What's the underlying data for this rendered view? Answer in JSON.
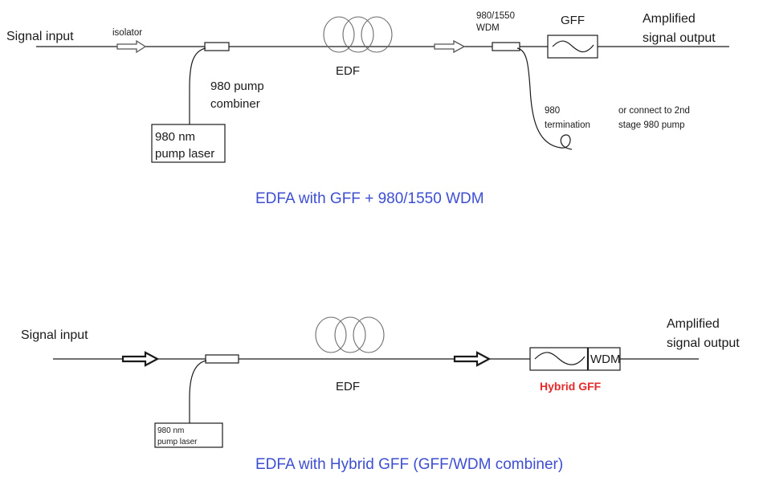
{
  "diagram_top": {
    "signal_input": "Signal input",
    "isolator": "isolator",
    "pump_combiner_line1": "980 pump",
    "pump_combiner_line2": "combiner",
    "pump_laser_line1": "980 nm",
    "pump_laser_line2": "pump laser",
    "edf": "EDF",
    "wdm_line1": "980/1550",
    "wdm_line2": "WDM",
    "gff": "GFF",
    "output_line1": "Amplified",
    "output_line2": "signal output",
    "termination_line1": "980",
    "termination_line2": "termination",
    "alt_line1": "or connect to 2nd",
    "alt_line2": "stage 980 pump",
    "caption": "EDFA with GFF + 980/1550 WDM"
  },
  "diagram_bottom": {
    "signal_input": "Signal input",
    "pump_laser_line1": "980 nm",
    "pump_laser_line2": "pump laser",
    "edf": "EDF",
    "wdm": "WDM",
    "hybrid_label": "Hybrid GFF",
    "output_line1": "Amplified",
    "output_line2": "signal output",
    "caption": "EDFA with Hybrid GFF (GFF/WDM combiner)"
  },
  "colors": {
    "caption": "#3d4fd0",
    "hybrid_label": "#e52a2a",
    "line": "#1a1a1a"
  }
}
